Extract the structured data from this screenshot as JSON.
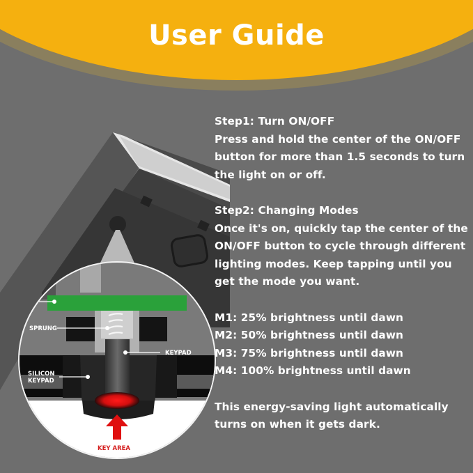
{
  "header": {
    "title": "User Guide"
  },
  "steps": [
    {
      "heading": "Step1: Turn ON/OFF",
      "lines": [
        "Press and hold the center of the ON/OFF",
        "button for more than 1.5 seconds to turn",
        "the light on or off."
      ]
    },
    {
      "heading": "Step2: Changing Modes",
      "lines": [
        "Once it's on, quickly tap the center of the",
        "ON/OFF button to cycle through different",
        "lighting modes. Keep tapping until you",
        "get the mode you want."
      ]
    }
  ],
  "modes": [
    "M1: 25% brightness until dawn",
    "M2: 50% brightness until dawn",
    "M3: 75% brightness until dawn",
    "M4: 100% brightness until dawn"
  ],
  "footer_note": [
    "This energy-saving light automatically",
    "turns on when it gets dark."
  ],
  "diagram": {
    "labels": {
      "sprung": "SPRUNG",
      "keypad": "KEYPAD",
      "silicon_1": "SILICON",
      "silicon_2": "KEYPAD",
      "key_area": "KEY AREA"
    }
  },
  "colors": {
    "banner": "#f5b00f",
    "background": "#6e6e6e",
    "pcb_green": "#2aa13a",
    "key_red": "#e01010"
  }
}
